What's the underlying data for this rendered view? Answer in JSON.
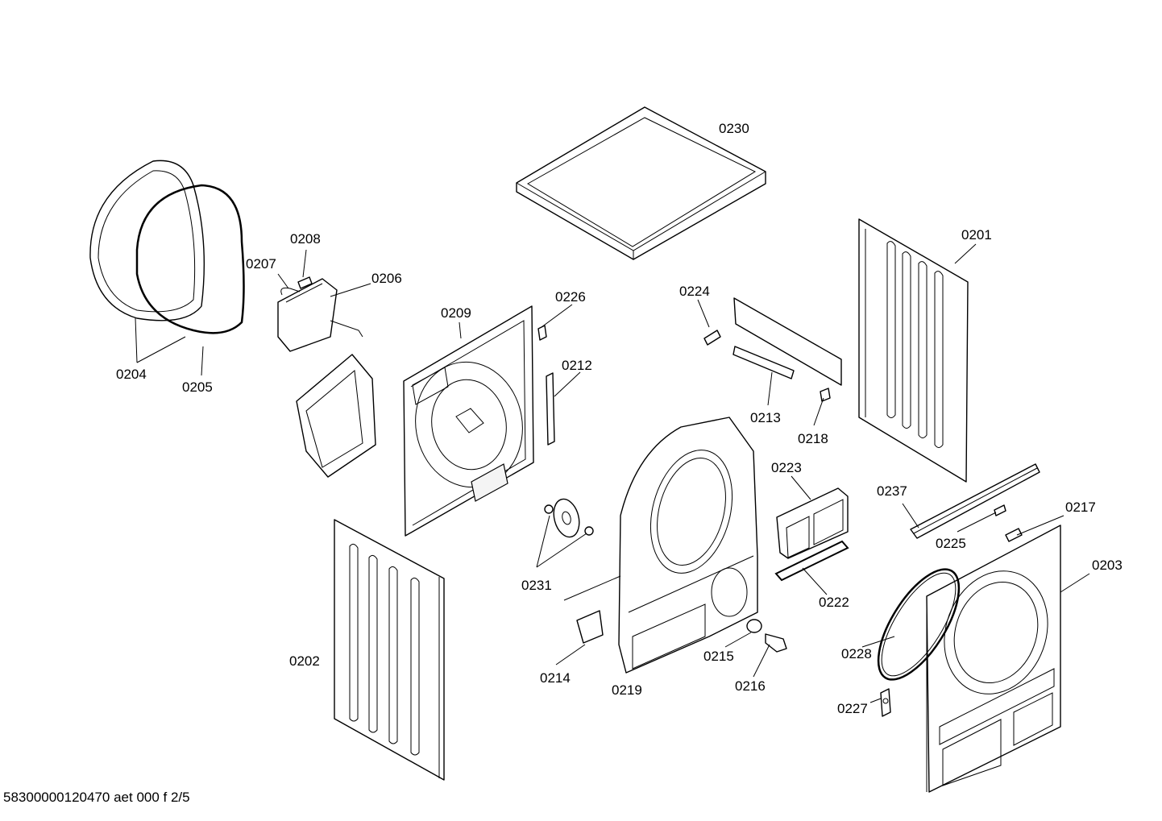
{
  "diagram": {
    "labels": {
      "p0201": "0201",
      "p0202": "0202",
      "p0203": "0203",
      "p0204": "0204",
      "p0205": "0205",
      "p0206": "0206",
      "p0207": "0207",
      "p0208": "0208",
      "p0209": "0209",
      "p0212": "0212",
      "p0213": "0213",
      "p0214": "0214",
      "p0215": "0215",
      "p0216": "0216",
      "p0217": "0217",
      "p0218": "0218",
      "p0219": "0219",
      "p0222": "0222",
      "p0223": "0223",
      "p0224": "0224",
      "p0225": "0225",
      "p0226": "0226",
      "p0227": "0227",
      "p0228": "0228",
      "p0230": "0230",
      "p0231": "0231",
      "p0237": "0237"
    }
  },
  "footer": {
    "doc_id": "58300000120470 aet 000 f 2/5"
  }
}
